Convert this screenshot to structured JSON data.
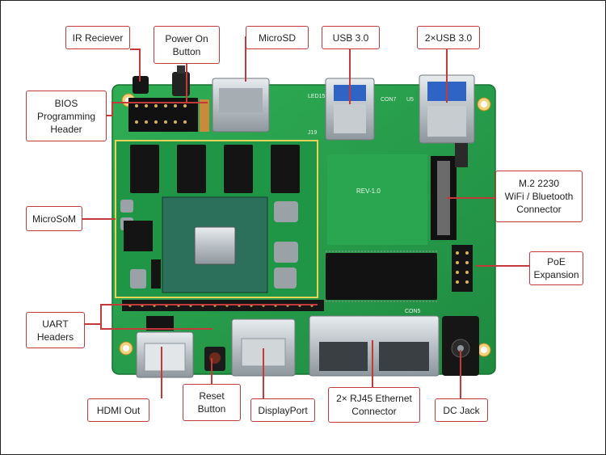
{
  "labels": {
    "ir_receiver": "IR Reciever",
    "power_on_button": "Power On\nButton",
    "microsd": "MicroSD",
    "usb30": "USB 3.0",
    "dual_usb30": "2×USB 3.0",
    "bios_header": "BIOS\nProgramming\nHeader",
    "microsom": "MicroSoM",
    "m2_connector": "M.2 2230\nWiFi / Bluetooth\nConnector",
    "poe_expansion": "PoE\nExpansion",
    "uart_headers": "UART\nHeaders",
    "hdmi_out": "HDMI Out",
    "reset_button": "Reset\nButton",
    "displayport": "DisplayPort",
    "rj45": "2× RJ45 Ethernet\nConnector",
    "dc_jack": "DC Jack"
  },
  "board_markings": {
    "rev": "REV-1.0",
    "usb_con": "CON7",
    "usb_u5": "U5",
    "led": "LED15",
    "j19": "J19",
    "eth_con": "CON5"
  },
  "colors": {
    "pcb": "#27a04b",
    "callout": "#c43a3a",
    "silicon": "#1d2a2e"
  }
}
